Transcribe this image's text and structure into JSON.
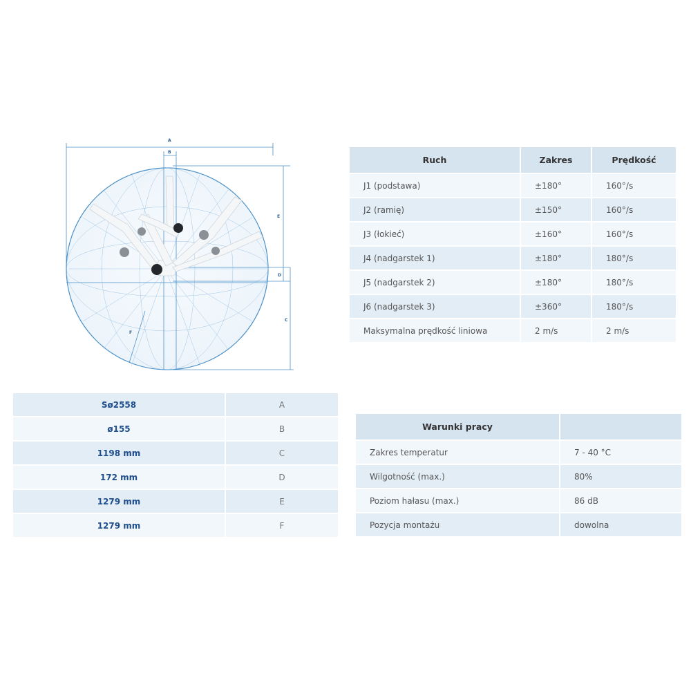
{
  "diagram": {
    "dimension_labels": [
      "A",
      "B",
      "C",
      "D",
      "E",
      "F"
    ]
  },
  "motion_table": {
    "headers": [
      "Ruch",
      "Zakres",
      "Prędkość"
    ],
    "rows": [
      [
        "J1 (podstawa)",
        "±180°",
        "160°/s"
      ],
      [
        "J2 (ramię)",
        "±150°",
        "160°/s"
      ],
      [
        "J3 (łokieć)",
        "±160°",
        "160°/s"
      ],
      [
        "J4 (nadgarstek 1)",
        "±180°",
        "180°/s"
      ],
      [
        "J5 (nadgarstek 2)",
        "±180°",
        "180°/s"
      ],
      [
        "J6 (nadgarstek 3)",
        "±360°",
        "180°/s"
      ],
      [
        "Maksymalna prędkość liniowa",
        "2 m/s",
        "2 m/s"
      ]
    ]
  },
  "dimensions_table": {
    "rows": [
      [
        "Sø2558",
        "A"
      ],
      [
        "ø155",
        "B"
      ],
      [
        "1198 mm",
        "C"
      ],
      [
        "172 mm",
        "D"
      ],
      [
        "1279 mm",
        "E"
      ],
      [
        "1279 mm",
        "F"
      ]
    ]
  },
  "conditions_table": {
    "headers": [
      "Warunki pracy",
      ""
    ],
    "rows": [
      [
        "Zakres temperatur",
        "7 - 40 °C"
      ],
      [
        "Wilgotność (max.)",
        "80%"
      ],
      [
        "Poziom hałasu (max.)",
        "86 dB"
      ],
      [
        "Pozycja montażu",
        "dowolna"
      ]
    ]
  },
  "colors": {
    "header_bg": "#d6e4f0",
    "row_light": "#f2f7fc",
    "row_dark": "#e3edf6",
    "value_blue": "#1f4e8c",
    "sphere_line": "#4a90c8"
  }
}
